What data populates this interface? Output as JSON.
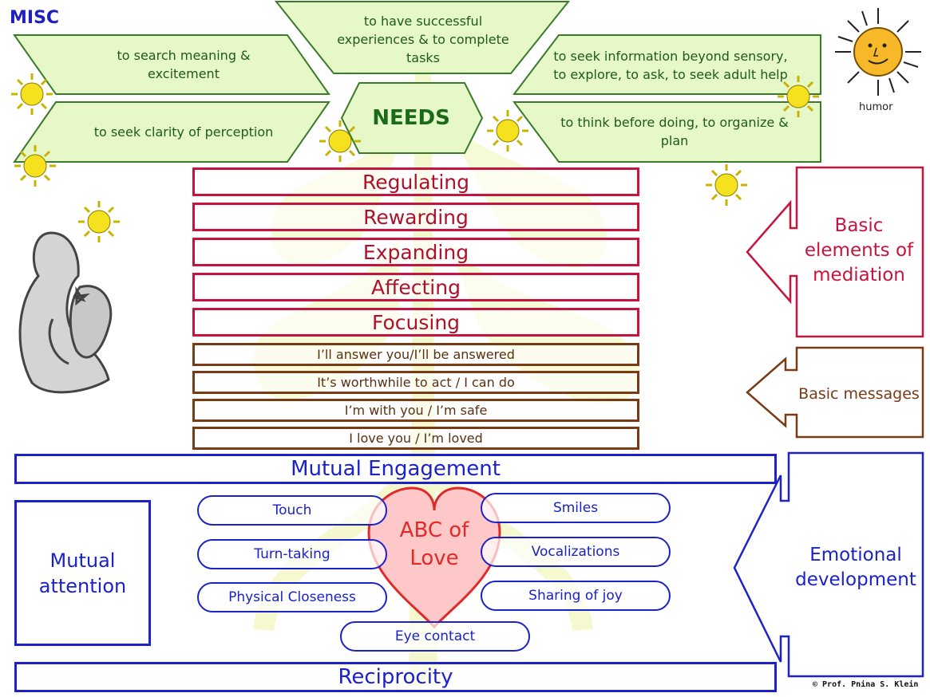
{
  "title": "MISC",
  "needs": {
    "center": "NEEDS",
    "top": "to have successful experiences & to complete tasks",
    "left_top": "to search meaning & excitement",
    "left_bottom": "to seek clarity of perception",
    "right_top": "to seek information beyond sensory, to explore, to ask, to seek adult help",
    "right_bottom": "to think before doing, to organize & plan"
  },
  "mediation_elements": [
    "Regulating",
    "Rewarding",
    "Expanding",
    "Affecting",
    "Focusing"
  ],
  "basic_messages": [
    "I’ll answer you/I’ll be answered",
    "It’s worthwhile to act / I can do",
    "I’m with you / I’m safe",
    "I love you / I’m loved"
  ],
  "labels": {
    "basic_elements": "Basic elements of mediation",
    "basic_messages": "Basic messages",
    "mutual_engagement": "Mutual Engagement",
    "mutual_attention": "Mutual attention",
    "emotional_development": "Emotional development",
    "reciprocity": "Reciprocity",
    "heart": "ABC of Love",
    "humor": "humor",
    "credit": "© Prof. Pnina S. Klein"
  },
  "love_items": {
    "touch": "Touch",
    "turn_taking": "Turn-taking",
    "physical_closeness": "Physical Closeness",
    "smiles": "Smiles",
    "vocalizations": "Vocalizations",
    "sharing_of_joy": "Sharing of joy",
    "eye_contact": "Eye contact"
  },
  "colors": {
    "green_fill": "#e6f7c8",
    "green_stroke": "#3a7a2a",
    "red": "#c8143c",
    "brown": "#7a3a14",
    "blue": "#1a22c8",
    "heart_fill": "#ffc8c8",
    "sun": "#f5e11e"
  }
}
